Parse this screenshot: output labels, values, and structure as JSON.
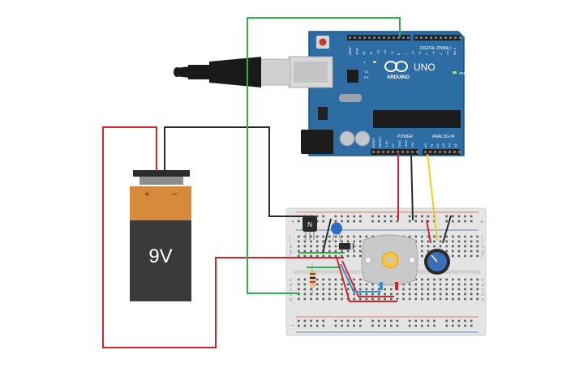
{
  "battery": {
    "label": "9V",
    "plus": "+",
    "minus": "−",
    "colors": {
      "top": "#d58a3c",
      "body": "#3a3a3a",
      "cap": "#2b2b2b"
    }
  },
  "arduino": {
    "brand": "ARDUINO",
    "model": "UNO",
    "digital_label": "DIGITAL (PWM~)",
    "power_label": "POWER",
    "analog_label": "ANALOG IN",
    "on_label": "ON",
    "tx_label": "TX",
    "rx_label": "RX",
    "l_label": "L",
    "digital_pins": [
      "AREF",
      "GND",
      "13",
      "12",
      "~11",
      "~10",
      "~9",
      "8",
      "7",
      "~6",
      "~5",
      "4",
      "~3",
      "2",
      "TX 1",
      "RX 0"
    ],
    "power_pins": [
      "IOREF",
      "RESET",
      "3.3V",
      "5V",
      "GND",
      "GND",
      "VIN"
    ],
    "analog_pins": [
      "A0",
      "A1",
      "A2",
      "A3",
      "A4",
      "A5"
    ],
    "colors": {
      "board": "#2e6da4",
      "edge": "#1f5384"
    }
  },
  "breadboard": {
    "row_letters": [
      "j",
      "i",
      "h",
      "g",
      "f",
      "e",
      "d",
      "c",
      "b",
      "a"
    ],
    "rail_plus": "+",
    "rail_minus": "−"
  },
  "transistor": {
    "label": "N"
  },
  "wires": {
    "red": "#d0262a",
    "black": "#2a2a2a",
    "green": "#2fb14a",
    "yellow": "#f2cf1a",
    "blue": "#2a8fd4"
  }
}
